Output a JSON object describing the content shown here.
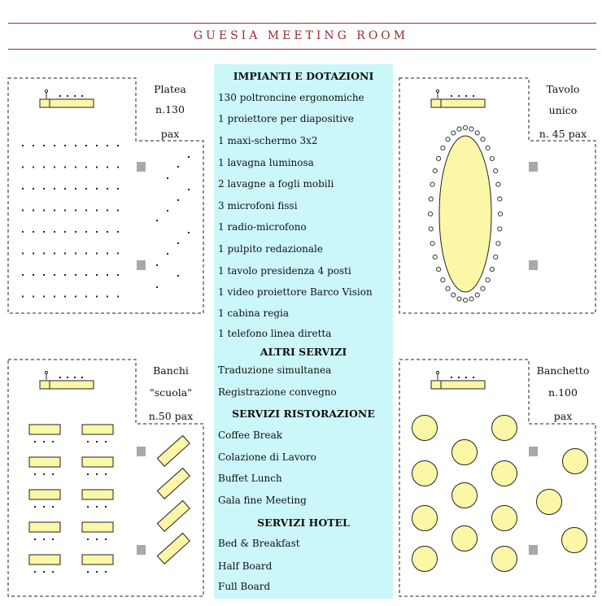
{
  "header": {
    "title": "GUESIA MEETING ROOM"
  },
  "layouts": {
    "platea": {
      "line1": "Platea",
      "line2": "n.130",
      "line3": "pax"
    },
    "tavolo": {
      "line1": "Tavolo",
      "line2": "unico",
      "line3": "n. 45 pax"
    },
    "banchi": {
      "line1": "Banchi",
      "line2": "\"scuola\"",
      "line3": "n.50 pax"
    },
    "banchetto": {
      "line1": "Banchetto",
      "line2": "n.100",
      "line3": "pax"
    }
  },
  "sections": {
    "impianti": {
      "heading": "IMPIANTI E DOTAZIONI",
      "items": [
        "130 poltroncine ergonomiche",
        "1 proiettore per diapositive",
        "1 maxi-schermo 3x2",
        "1 lavagna luminosa",
        "2 lavagne a fogli mobili",
        "3 microfoni fissi",
        "1 radio-microfono",
        "1 pulpito redazionale",
        "1 tavolo presidenza 4 posti",
        "1 video proiettore Barco Vision",
        "1 cabina regia",
        "1 telefono linea diretta"
      ]
    },
    "altri": {
      "heading": "ALTRI SERVIZI",
      "items": [
        "Traduzione simultanea",
        "Registrazione convegno"
      ]
    },
    "ristorazione": {
      "heading": "SERVIZI RISTORAZIONE",
      "items": [
        "Coffee Break",
        "Colazione di Lavoro",
        "Buffet Lunch",
        "Gala fine Meeting"
      ]
    },
    "hotel": {
      "heading": "SERVIZI HOTEL",
      "items": [
        "Bed & Breakfast",
        "Half Board",
        "Full Board"
      ]
    }
  },
  "colors": {
    "accent": "#9b2a2a",
    "panel": "#ccf7fa",
    "table_fill": "#fbf7a6",
    "column": "#a8a8a8"
  }
}
